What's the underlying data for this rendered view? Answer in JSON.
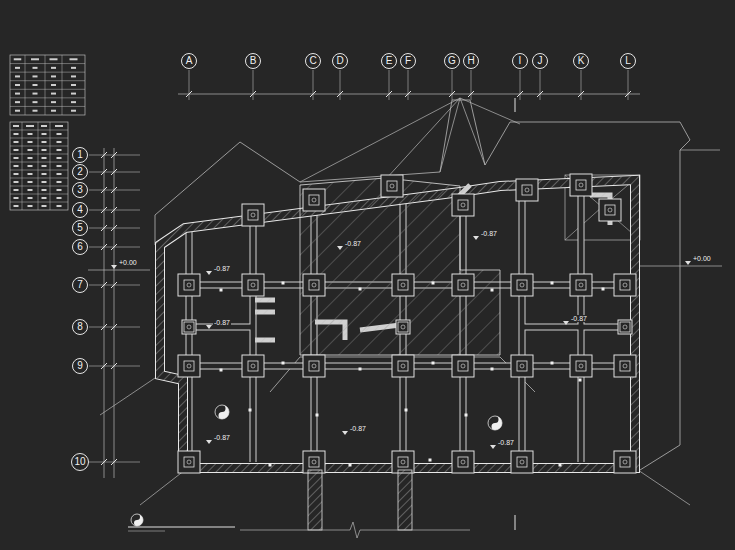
{
  "diagram": {
    "nodes": [
      {
        "text": [
          "A"
        ]
      },
      {
        "text": [
          "B"
        ]
      },
      {
        "text": [
          "C"
        ]
      },
      {
        "text": [
          "D"
        ]
      },
      {
        "text": [
          "E"
        ]
      },
      {
        "text": [
          "F"
        ]
      },
      {
        "text": [
          "G"
        ]
      },
      {
        "text": [
          "H"
        ]
      },
      {
        "text": [
          "I"
        ]
      },
      {
        "text": [
          "J"
        ]
      },
      {
        "text": [
          "K"
        ]
      },
      {
        "text": [
          "L"
        ]
      },
      {
        "text": [
          "1"
        ]
      },
      {
        "text": [
          "2"
        ]
      },
      {
        "text": [
          "3"
        ]
      },
      {
        "text": [
          "4"
        ]
      },
      {
        "text": [
          "5"
        ]
      },
      {
        "text": [
          "6"
        ]
      },
      {
        "text": [
          "7"
        ]
      },
      {
        "text": [
          "8"
        ]
      },
      {
        "text": [
          "9"
        ]
      },
      {
        "text": [
          "10"
        ]
      }
    ],
    "labels": [
      "+0.00",
      "+0.00",
      "-0.87",
      "-0.87",
      "-0.87",
      "-0.87",
      "-0.87",
      "-0.87",
      "-0.87",
      "-0.87"
    ]
  }
}
